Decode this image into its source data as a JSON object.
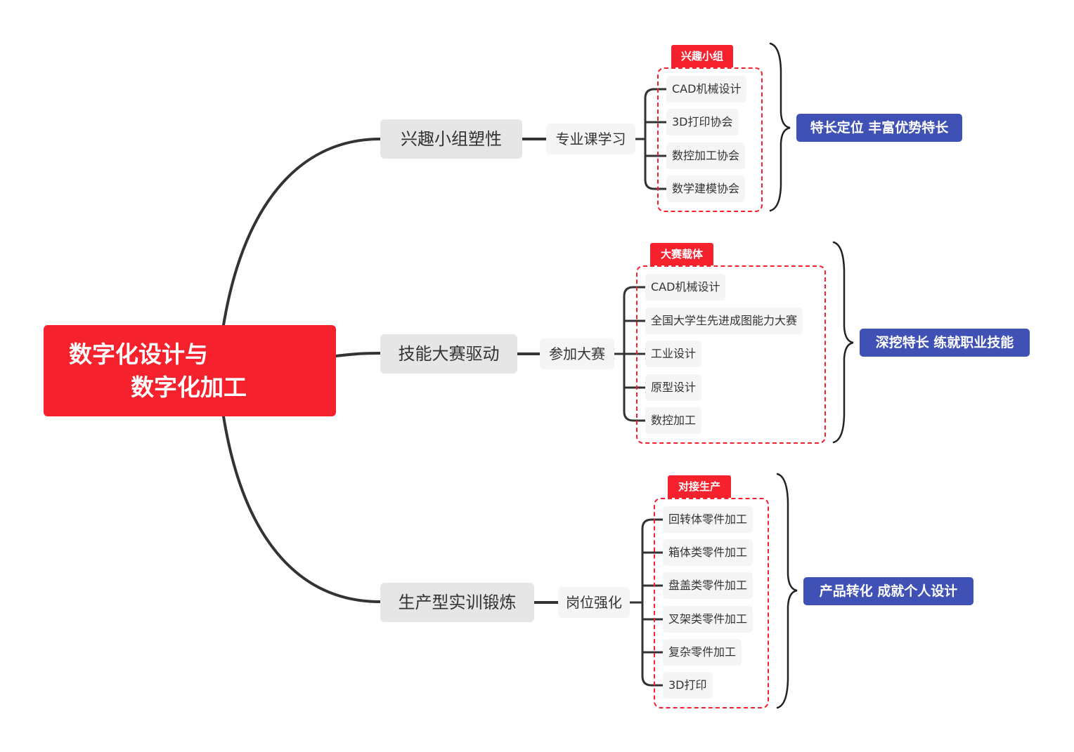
{
  "root": {
    "line1": "数字化设计与",
    "line2": "数字化加工"
  },
  "branches": [
    {
      "label": "兴趣小组塑性",
      "sub": "专业课学习",
      "tag": "兴趣小组",
      "leaves": [
        "CAD机械设计",
        "3D打印协会",
        "数控加工协会",
        "数学建模协会"
      ],
      "summary": "特长定位 丰富优势特长"
    },
    {
      "label": "技能大赛驱动",
      "sub": "参加大赛",
      "tag": "大赛载体",
      "leaves": [
        "CAD机械设计",
        "全国大学生先进成图能力大赛",
        "工业设计",
        "原型设计",
        "数控加工"
      ],
      "summary": "深挖特长  练就职业技能"
    },
    {
      "label": "生产型实训锻炼",
      "sub": "岗位强化",
      "tag": "对接生产",
      "leaves": [
        "回转体零件加工",
        "箱体类零件加工",
        "盘盖类零件加工",
        "叉架类零件加工",
        "复杂零件加工",
        "3D打印"
      ],
      "summary": "产品转化  成就个人设计"
    }
  ],
  "colors": {
    "root": "#f5222d",
    "branch_bg": "#e6e6e6",
    "leaf_bg": "#f5f5f5",
    "line": "#333333",
    "frame": "#f5222d",
    "summary": "#3f51b5"
  }
}
